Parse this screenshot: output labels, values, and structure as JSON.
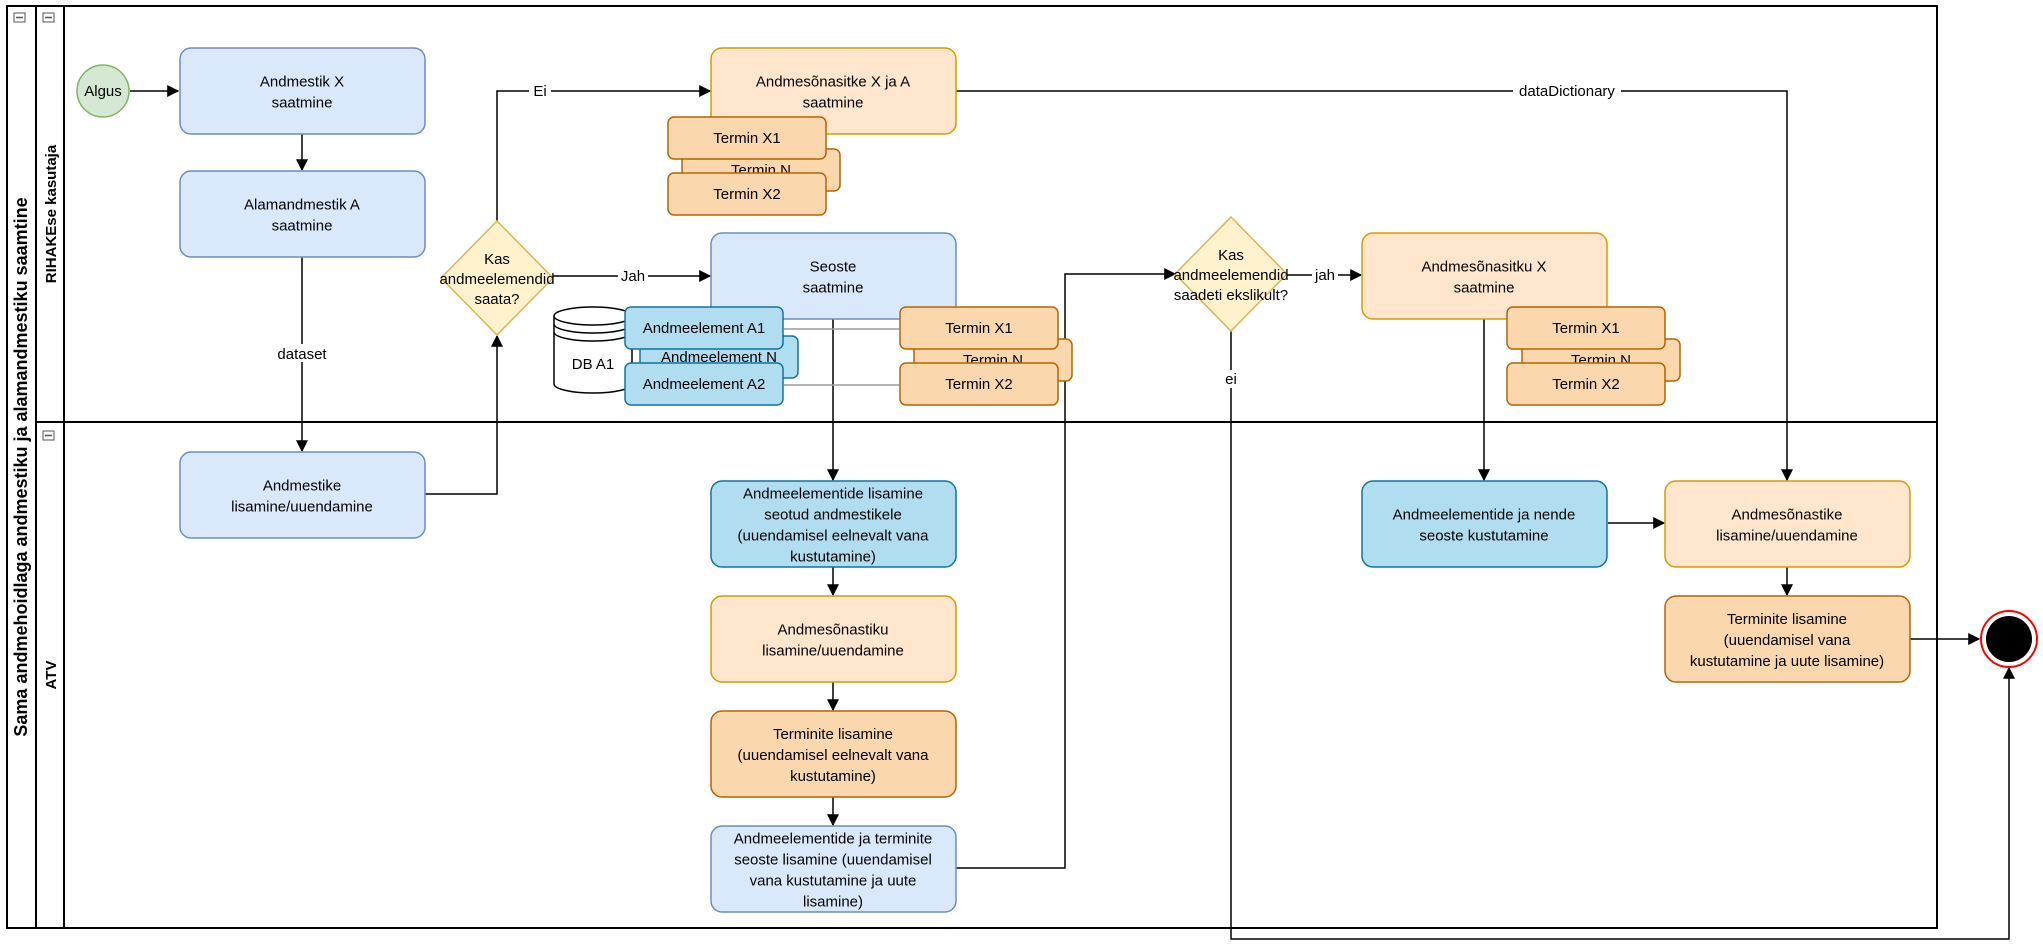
{
  "pool": {
    "title": "Sama andmehoidlaga andmestiku ja alamandmestiku saamtine",
    "collapse_glyph": "⊟",
    "lanes": [
      {
        "id": "user",
        "label": "RIHAKEse kasutaja"
      },
      {
        "id": "atv",
        "label": "ATV"
      }
    ]
  },
  "nodes": {
    "start": {
      "label": "Algus"
    },
    "n_andmestik_x": {
      "lines": [
        "Andmestik X",
        "saatmine"
      ]
    },
    "n_alamandmestik": {
      "lines": [
        "Alamandmestik A",
        "saatmine"
      ]
    },
    "n_andmestike_lisamine": {
      "lines": [
        "Andmestike",
        "lisamine/uuendamine"
      ]
    },
    "gw_saata": {
      "lines": [
        "Kas",
        "andmeelemendid",
        "saata?"
      ]
    },
    "n_sonastik_xa": {
      "lines": [
        "Andmesõnasitke X ja A",
        "saatmine"
      ]
    },
    "n_seoste": {
      "lines": [
        "Seoste",
        "saatmine"
      ]
    },
    "db": {
      "label": "DB A1"
    },
    "n_ae_lisamine": {
      "lines": [
        "Andmeelementide lisamine",
        "seotud andmestikele",
        "(uuendamisel eelnevalt vana",
        "kustutamine)"
      ]
    },
    "n_sonastiku_lisamine": {
      "lines": [
        "Andmesõnastiku",
        "lisamine/uuendamine"
      ]
    },
    "n_terminite_lisamine_1": {
      "lines": [
        "Terminite lisamine",
        "(uuendamisel eelnevalt vana",
        "kustutamine)"
      ]
    },
    "n_seoste_lisamine": {
      "lines": [
        "Andmeelementide ja terminite",
        "seoste lisamine (uuendamisel",
        "vana kustutamine ja uute",
        "lisamine)"
      ]
    },
    "gw_ekslikult": {
      "lines": [
        "Kas",
        "andmeelemendid",
        "saadeti ekslikult?"
      ]
    },
    "n_sonastiku_x": {
      "lines": [
        "Andmesõnasitku X",
        "saatmine"
      ]
    },
    "n_kustutamine": {
      "lines": [
        "Andmeelementide ja nende",
        "seoste kustutamine"
      ]
    },
    "n_sonastike_lisamine": {
      "lines": [
        "Andmesõnastike",
        "lisamine/uuendamine"
      ]
    },
    "n_terminite_lisamine_2": {
      "lines": [
        "Terminite lisamine",
        "(uuendamisel vana",
        "kustutamine ja uute lisamine)"
      ]
    }
  },
  "artifacts": {
    "terms_a": [
      "Termin X1",
      "Termin N",
      "Termin X2"
    ],
    "terms_b": [
      "Termin X1",
      "Termin N",
      "Termin X2"
    ],
    "terms_c": [
      "Termin X1",
      "Termin N",
      "Termin X2"
    ],
    "elements": [
      "Andmeelement A1",
      "Andmeelement N",
      "Andmeelement A2"
    ]
  },
  "edge_labels": {
    "ei_upper": "Ei",
    "data_dictionary": "dataDictionary",
    "jah_1": "Jah",
    "dataset": "dataset",
    "jah_2": "jah",
    "ei_lower": "ei"
  },
  "colors": {
    "blue_fill": "#dae8fc",
    "blue_stroke": "#6c8ebf",
    "orange_fill": "#ffe6cc",
    "orange_stroke": "#d79b00",
    "term_fill": "#fad7ac",
    "term_stroke": "#b46504",
    "cyan_fill": "#b1ddf0",
    "cyan_stroke": "#10739e",
    "gateway_fill": "#fff2cc",
    "gateway_stroke": "#d6b656",
    "start_fill": "#d5e8d4",
    "start_stroke": "#82b366",
    "end_fill": "#000000",
    "end_stroke": "#ff0000"
  }
}
